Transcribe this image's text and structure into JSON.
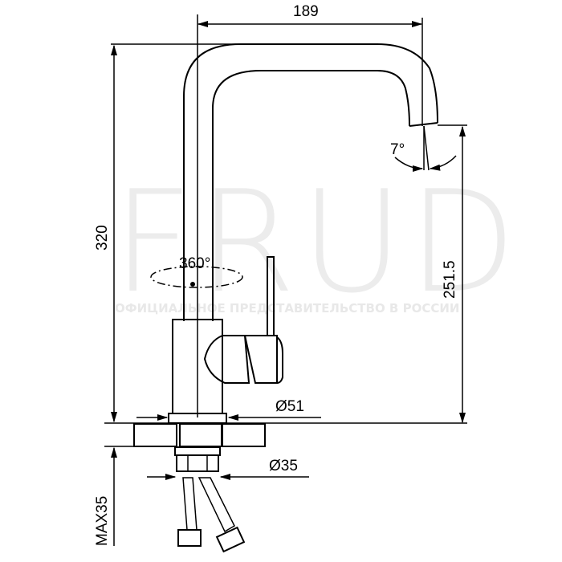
{
  "watermark": {
    "brand": "FRUD",
    "tagline": "ОФИЦИАЛЬНОЕ ПРЕДСТАВИТЕЛЬСТВО В РОССИИ"
  },
  "dimensions": {
    "spout_reach": "189",
    "total_height": "320",
    "spout_outlet_height": "251.5",
    "spout_tilt_angle": "7°",
    "rotation_angle": "360°",
    "base_diameter": "Ø51",
    "mount_diameter": "Ø35",
    "max_deck_thickness": "MAX35"
  },
  "colors": {
    "line": "#000000",
    "background": "#ffffff",
    "watermark": "#ececec"
  }
}
